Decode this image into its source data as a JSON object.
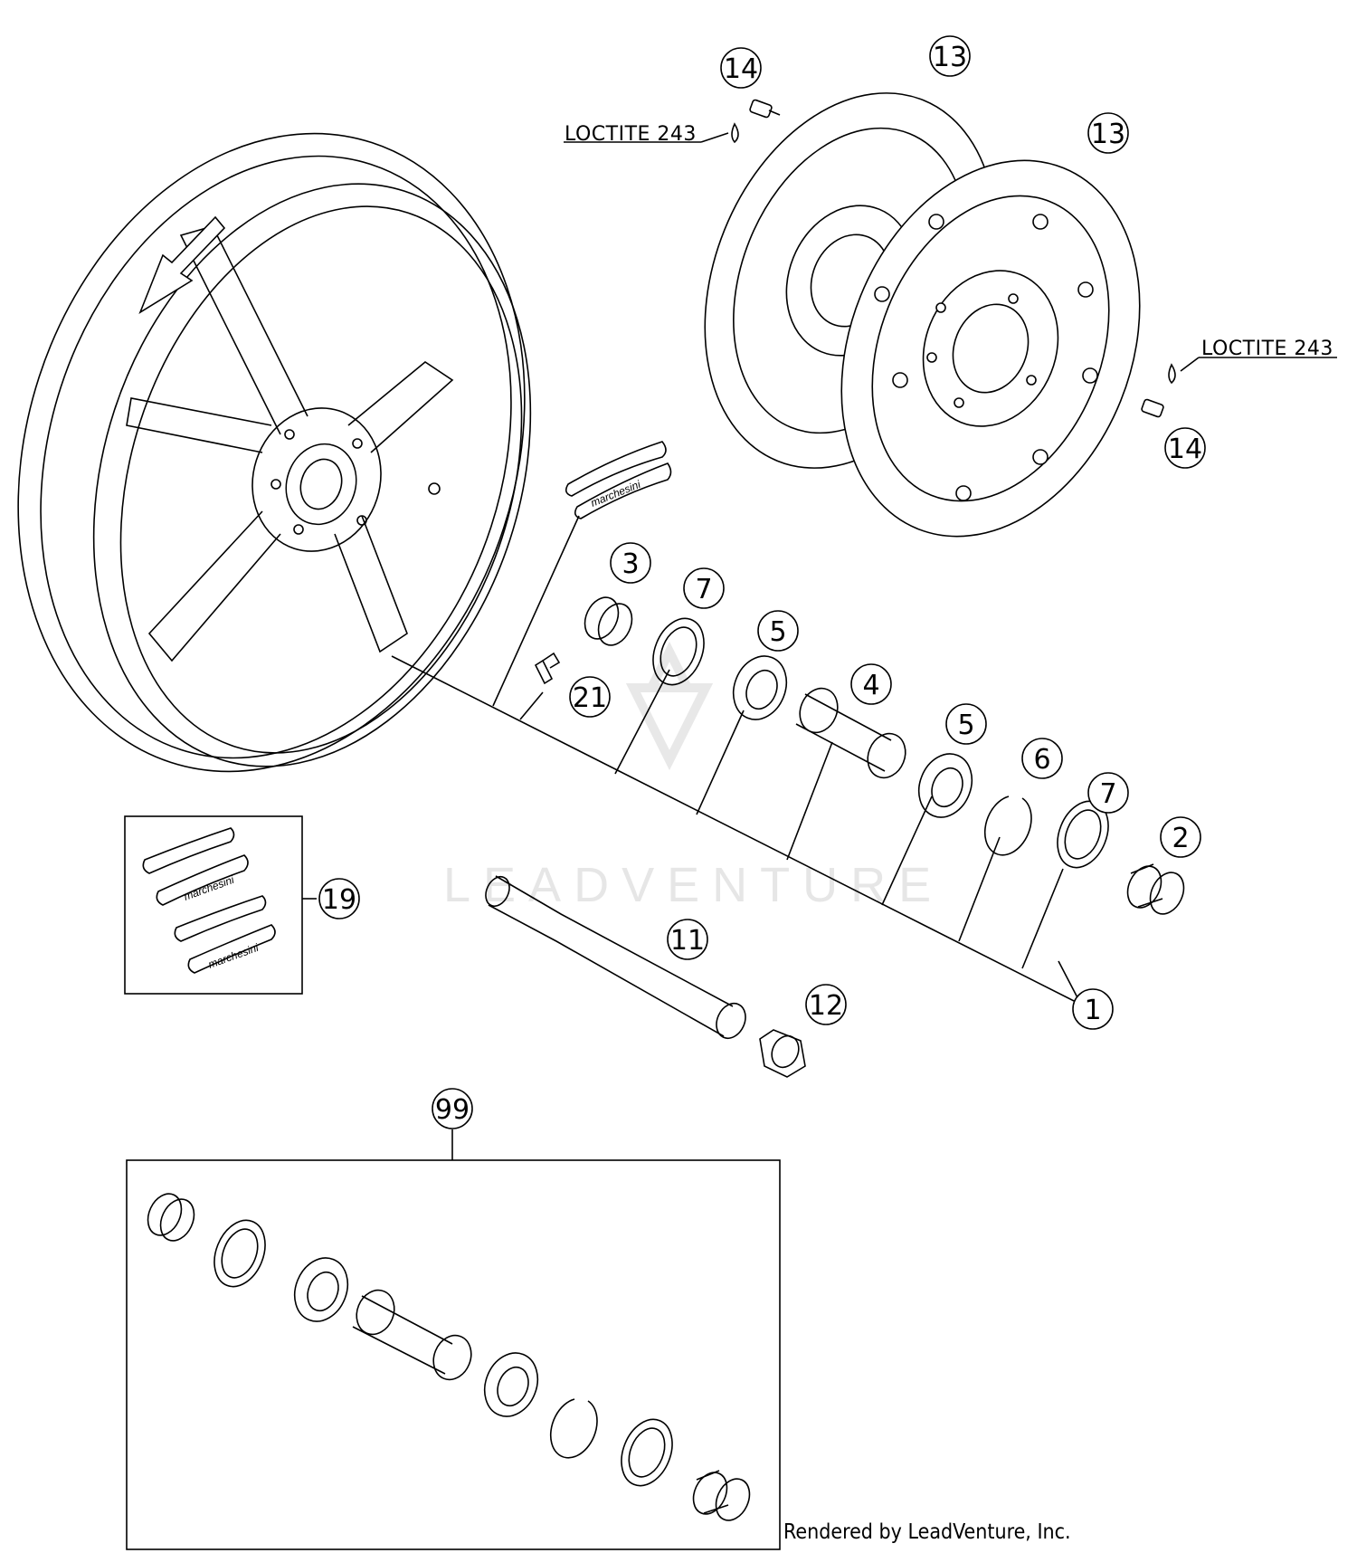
{
  "notes": {
    "loctite_top": "LOCTITE 243",
    "loctite_right": "LOCTITE 243"
  },
  "callouts": {
    "p1": "1",
    "p2": "2",
    "p3": "3",
    "p4": "4",
    "p5a": "5",
    "p5b": "5",
    "p6": "6",
    "p7a": "7",
    "p7b": "7",
    "p11": "11",
    "p12": "12",
    "p13a": "13",
    "p13b": "13",
    "p14a": "14",
    "p14b": "14",
    "p19": "19",
    "p21": "21",
    "p99": "99"
  },
  "decal_brand": "marchesini",
  "watermark": "LEADVENTURE",
  "credit": "Rendered by LeadVenture, Inc."
}
